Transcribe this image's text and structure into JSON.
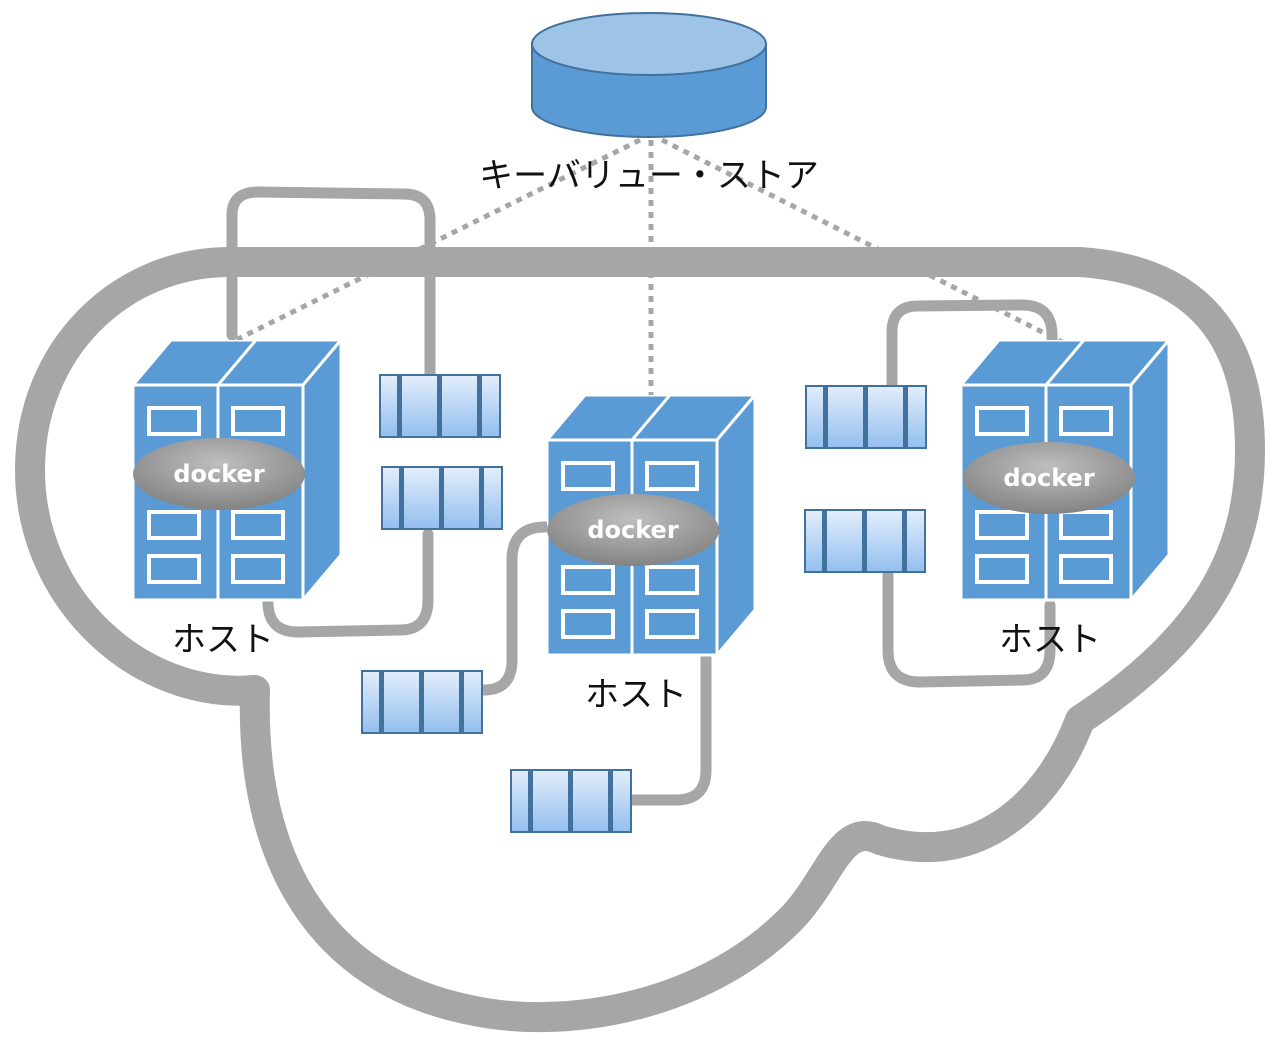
{
  "kv_store": {
    "label": "キーバリュー・ストア"
  },
  "hosts": [
    {
      "label": "ホスト",
      "engine": "docker"
    },
    {
      "label": "ホスト",
      "engine": "docker"
    },
    {
      "label": "ホスト",
      "engine": "docker"
    }
  ],
  "colors": {
    "server_blue": "#5b9bd5",
    "db_top": "#9dc3e6",
    "cable_gray": "#a6a6a6",
    "docker_gray": "#8c8c8c",
    "container_fill_top": "#dbe8f8",
    "container_fill_bottom": "#9dc3f0"
  },
  "icons": [
    "database-icon",
    "server-icon",
    "container-icon",
    "cloud-network-icon"
  ]
}
